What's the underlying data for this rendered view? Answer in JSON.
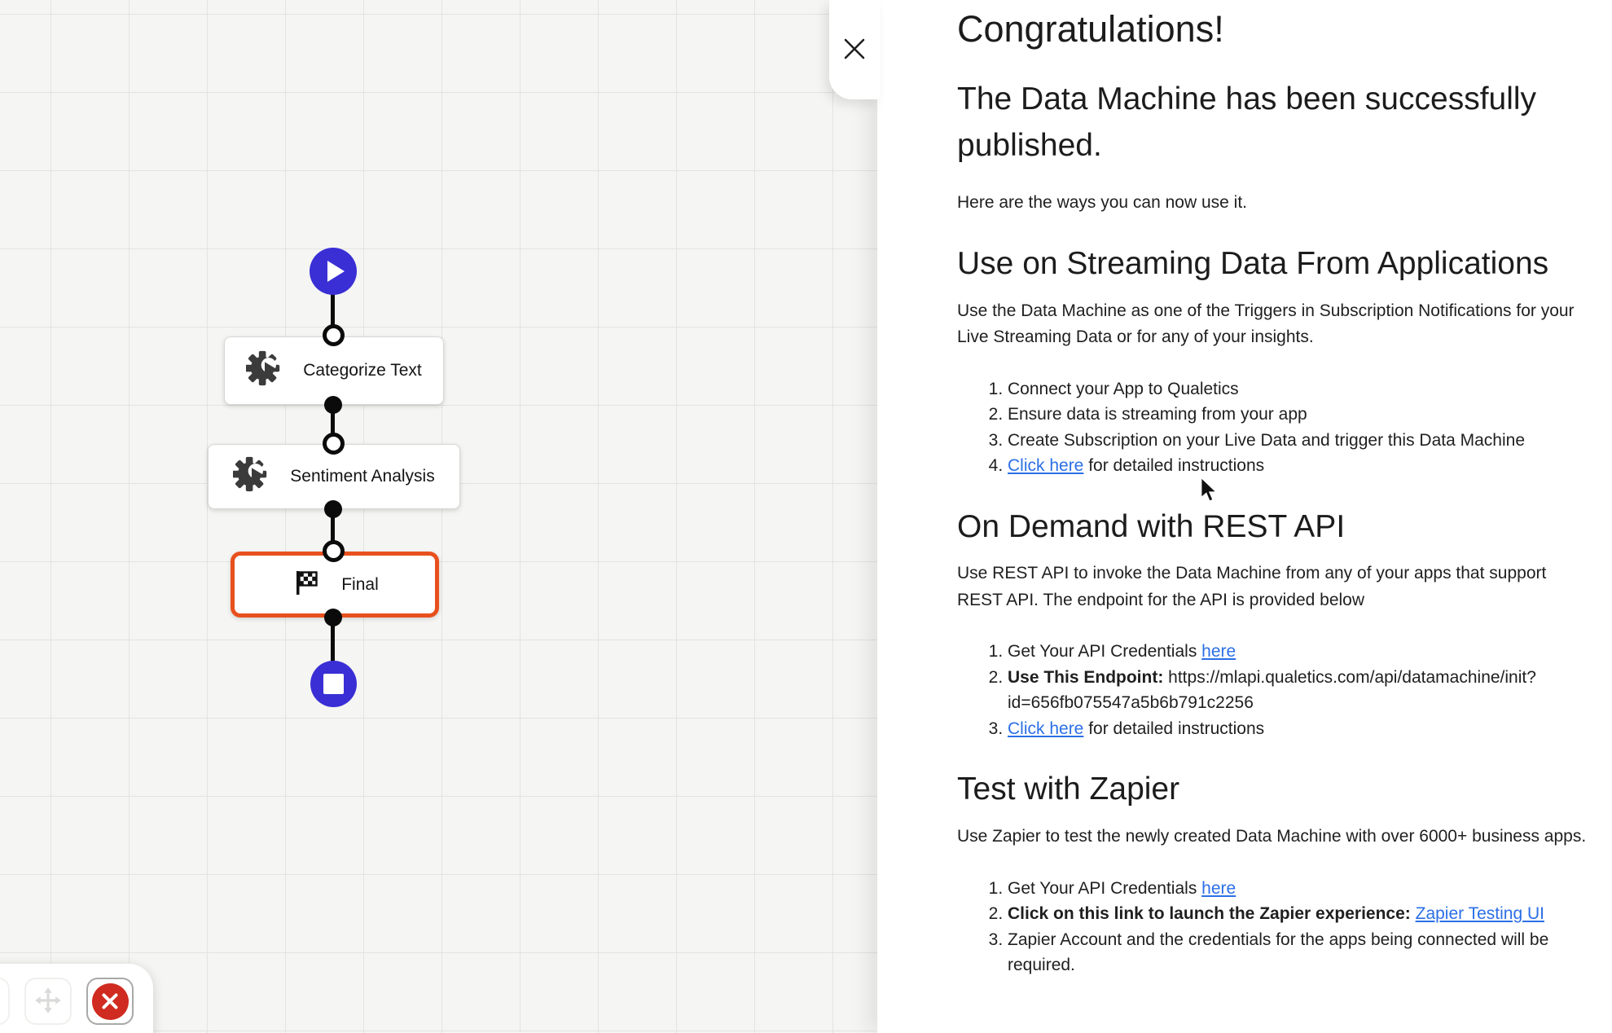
{
  "colors": {
    "accent_indigo": "#3a2fd5",
    "selected_node_orange": "#e8501d",
    "link_blue": "#2b6fe6",
    "delete_red": "#d02b20"
  },
  "canvas": {
    "flow": {
      "start_node": {
        "icon": "play-icon"
      },
      "nodes": [
        {
          "label": "Categorize Text",
          "icon": "gear-play-icon",
          "selected": false
        },
        {
          "label": "Sentiment Analysis",
          "icon": "gear-play-icon",
          "selected": false
        },
        {
          "label": "Final",
          "icon": "checkered-flag-icon",
          "selected": true
        }
      ],
      "end_node": {
        "icon": "stop-icon"
      }
    },
    "toolbar": {
      "buttons": [
        {
          "icon": "move-icon",
          "state": "disabled"
        },
        {
          "icon": "delete-x-icon",
          "state": "enabled"
        }
      ]
    }
  },
  "panel": {
    "title": "Congratulations!",
    "subtitle": "The Data Machine has been successfully published.",
    "intro": "Here are the ways you can now use it.",
    "sections": [
      {
        "title": "Use on Streaming Data From Applications",
        "description": "Use the Data Machine as one of the Triggers in Subscription Notifications for your Live Streaming Data or for any of your insights.",
        "items": [
          {
            "segments": [
              {
                "type": "text",
                "text": "Connect your App to Qualetics"
              }
            ]
          },
          {
            "segments": [
              {
                "type": "text",
                "text": "Ensure data is streaming from your app"
              }
            ]
          },
          {
            "segments": [
              {
                "type": "text",
                "text": "Create Subscription on your Live Data and trigger this Data Machine"
              }
            ]
          },
          {
            "segments": [
              {
                "type": "link",
                "text": "Click here"
              },
              {
                "type": "text",
                "text": " for detailed instructions"
              }
            ]
          }
        ]
      },
      {
        "title": "On Demand with REST API",
        "description": "Use REST API to invoke the Data Machine from any of your apps that support REST API. The endpoint for the API is provided below",
        "items": [
          {
            "segments": [
              {
                "type": "text",
                "text": "Get Your API Credentials "
              },
              {
                "type": "link",
                "text": "here"
              }
            ]
          },
          {
            "segments": [
              {
                "type": "bold",
                "text": "Use This Endpoint: "
              },
              {
                "type": "text",
                "text": "https://mlapi.qualetics.com/api/datamachine/init?id=656fb075547a5b6b791c2256"
              }
            ]
          },
          {
            "segments": [
              {
                "type": "link",
                "text": "Click here"
              },
              {
                "type": "text",
                "text": " for detailed instructions"
              }
            ]
          }
        ]
      },
      {
        "title": "Test with Zapier",
        "description": "Use Zapier to test the newly created Data Machine with over 6000+ business apps.",
        "items": [
          {
            "segments": [
              {
                "type": "text",
                "text": "Get Your API Credentials "
              },
              {
                "type": "link",
                "text": "here"
              }
            ]
          },
          {
            "segments": [
              {
                "type": "bold",
                "text": "Click on this link to launch the Zapier experience: "
              },
              {
                "type": "link",
                "text": "Zapier Testing UI"
              }
            ]
          },
          {
            "segments": [
              {
                "type": "text",
                "text": "Zapier Account and the credentials for the apps being connected will be required."
              }
            ]
          }
        ]
      }
    ]
  }
}
